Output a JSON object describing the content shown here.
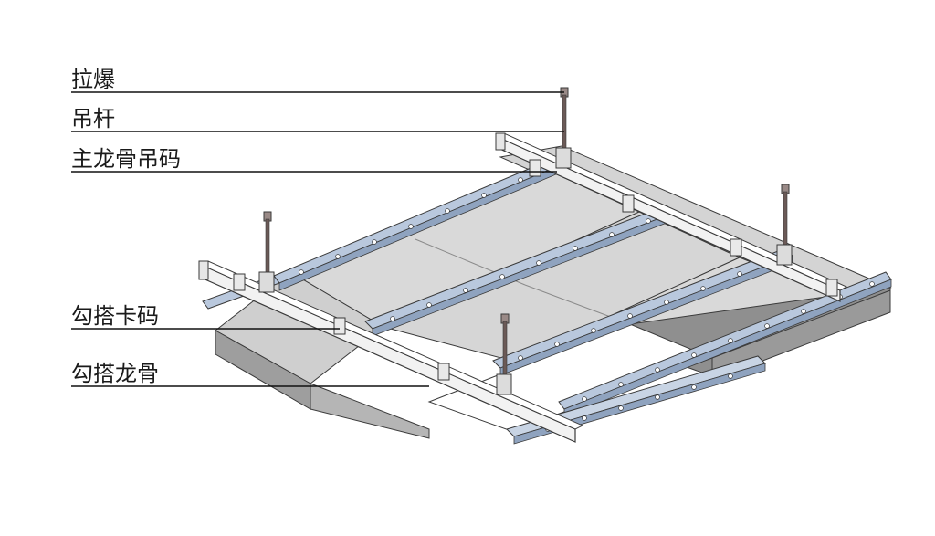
{
  "labels": {
    "expansion_bolt": "拉爆",
    "hanger_rod": "吊杆",
    "main_keel_clip": "主龙骨吊码",
    "hook_clip": "勾搭卡码",
    "hook_keel": "勾搭龙骨"
  },
  "colors": {
    "background": "#ffffff",
    "panel": "#d9d9d9",
    "panel_shade": "#bdbdbd",
    "keel_blue": "#b9c8dd",
    "keel_blue_dark": "#8fa3bf",
    "main_keel": "#f2f2f2",
    "outline": "#3a3a3a",
    "rod": "#6b5a57"
  }
}
